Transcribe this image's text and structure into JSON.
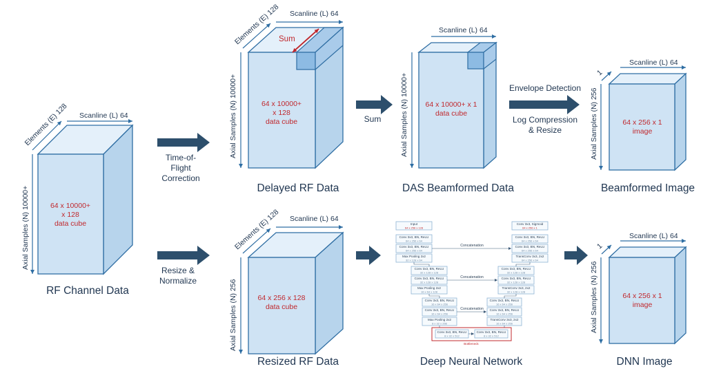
{
  "cubes": {
    "rf_channel": {
      "scanline": "Scanline (L) 64",
      "elements": "Elements (E) 128",
      "axial": "Axial Samples (N) 10000+",
      "text1": "64 x 10000+",
      "text2": "x 128",
      "text3": "data cube",
      "caption": "RF Channel Data"
    },
    "delayed_rf": {
      "scanline": "Scanline (L) 64",
      "elements": "Elements (E) 128",
      "axial": "Axial Samples (N) 10000+",
      "sum": "Sum",
      "text1": "64 x 10000+",
      "text2": "x 128",
      "text3": "data cube",
      "caption": "Delayed RF Data"
    },
    "das": {
      "scanline": "Scanline (L) 64",
      "axial": "Axial Samples (N) 10000+",
      "text1": "64 x 10000+ x 1",
      "text2": "data cube",
      "caption": "DAS Beamformed Data"
    },
    "bf_image": {
      "scanline": "Scanline (L) 64",
      "depth": "1",
      "axial": "Axial Samples (N) 256",
      "text1": "64 x 256 x 1",
      "text2": "image",
      "caption": "Beamformed Image"
    },
    "resized_rf": {
      "scanline": "Scanline (L) 64",
      "elements": "Elements (E) 128",
      "axial": "Axial Samples (N) 256",
      "text1": "64 x 256 x 128",
      "text2": "data cube",
      "caption": "Resized RF Data"
    },
    "dnn_image": {
      "scanline": "Scanline (L) 64",
      "depth": "1",
      "axial": "Axial Samples (N) 256",
      "text1": "64 x 256 x 1",
      "text2": "image",
      "caption": "DNN Image"
    }
  },
  "arrows": {
    "tof": [
      "Time-of-",
      "Flight",
      "Correction"
    ],
    "sum": "Sum",
    "envelope": "Envelope Detection",
    "logcomp": [
      "Log Compression",
      "& Resize"
    ],
    "resize": [
      "Resize &",
      "Normalize"
    ]
  },
  "dnn": {
    "caption": "Deep Neural Network",
    "input_title": "Input",
    "input_size": "64 x 256 x 128",
    "enc1a": "Conv 3x3, BN, ReLU",
    "enc1a_s": "64 x 256 x 64",
    "enc1b": "Conv 3x3, BN, ReLU",
    "enc1b_s": "64 x 256 x 64",
    "pool1": "Max Pooling 2x2",
    "pool1_s": "32 x 128 x 64",
    "enc2a": "Conv 3x3, BN, ReLU",
    "enc2a_s": "32 x 128 x 128",
    "enc2b": "Conv 3x3, BN, ReLU",
    "enc2b_s": "32 x 128 x 128",
    "pool2": "Max Pooling 2x2",
    "pool2_s": "16 x 64 x 128",
    "enc3a": "Conv 3x3, BN, ReLU",
    "enc3a_s": "16 x 64 x 256",
    "enc3b": "Conv 3x3, BN, ReLU",
    "enc3b_s": "16 x 64 x 256",
    "pool3": "Max Pooling 2x2",
    "pool3_s": "8 x 32 x 256",
    "bn1": "Conv 3x3, BN, ReLU",
    "bn1_s": "8 x 32 x 512",
    "bn2": "Conv 3x3, BN, ReLU",
    "bn2_s": "8 x 32 x 512",
    "bottleneck": "Bottleneck",
    "out_title": "Conv 3x3, Sigmoid",
    "out_size": "64 x 256 x 1",
    "dec1a": "Conv 3x3, BN, ReLU",
    "dec1a_s": "64 x 256 x 64",
    "dec1b": "Conv 3x3, BN, ReLU",
    "dec1b_s": "64 x 256 x 64",
    "up1": "TransConv 3x3, 2x2",
    "up1_s": "64 x 256 x 64",
    "dec2a": "Conv 3x3, BN, ReLU",
    "dec2a_s": "32 x 128 x 128",
    "dec2b": "Conv 3x3, BN, ReLU",
    "dec2b_s": "32 x 128 x 128",
    "up2": "TransConv 3x3, 2x2",
    "up2_s": "32 x 128 x 128",
    "dec3a": "Conv 3x3, BN, ReLU",
    "dec3a_s": "16 x 64 x 256",
    "dec3b": "Conv 3x3, BN, ReLU",
    "dec3b_s": "16 x 64 x 256",
    "up3": "TransConv 3x3, 2x2",
    "up3_s": "16 x 64 x 256",
    "concat": "Concatenation"
  },
  "colors": {
    "cube_front": "#cfe3f4",
    "cube_edge": "#2f6ea3",
    "arrow": "#2d4f6c",
    "highlight_red": "#c0282d"
  }
}
